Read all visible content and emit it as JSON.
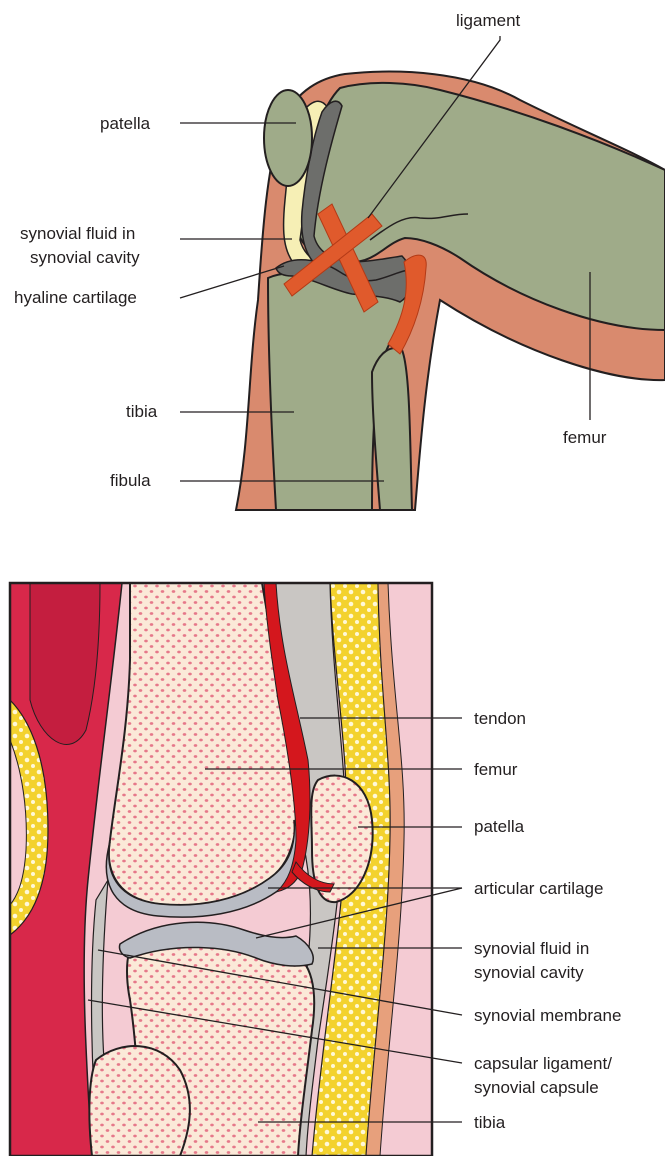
{
  "diagram_top": {
    "labels": {
      "ligament": "ligament",
      "patella": "patella",
      "synovial_fluid_1": "synovial fluid in",
      "synovial_fluid_2": "synovial cavity",
      "hyaline_cartilage": "hyaline cartilage",
      "tibia": "tibia",
      "fibula": "fibula",
      "femur": "femur"
    },
    "colors": {
      "skin": "#d98a6e",
      "bone": "#9fab89",
      "cartilage": "#6d6e6b",
      "fluid": "#f6efb5",
      "ligament": "#e05a2c",
      "outline": "#231f20"
    }
  },
  "diagram_bottom": {
    "labels": {
      "tendon": "tendon",
      "femur": "femur",
      "patella": "patella",
      "articular_cartilage": "articular cartilage",
      "synovial_fluid_1": "synovial fluid in",
      "synovial_fluid_2": "synovial cavity",
      "synovial_membrane": "synovial membrane",
      "capsular_ligament_1": "capsular ligament/",
      "capsular_ligament_2": "synovial capsule",
      "tibia": "tibia"
    },
    "colors": {
      "muscle": "#d8284a",
      "fat": "#f3d22e",
      "bone": "#fbe9d8",
      "spongy_dots": "#e6788a",
      "cartilage": "#b9bcc4",
      "pink_tissue": "#f4cbd3",
      "tendon": "#d4171d",
      "capsule": "#c9c6c3"
    }
  }
}
